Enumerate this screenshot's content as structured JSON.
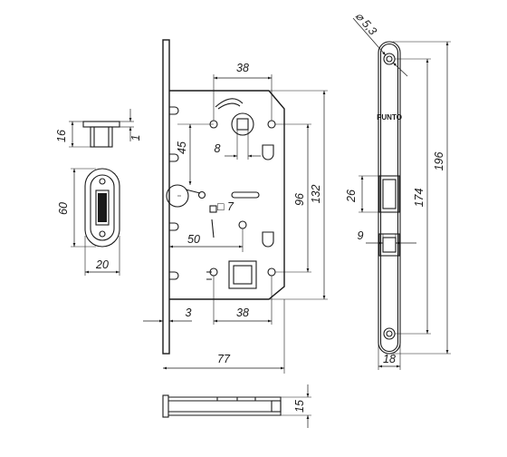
{
  "dimensions": {
    "backset_top": "38",
    "spindle_height": "45",
    "spindle_square": "8",
    "lock_height": "96",
    "case_height": "132",
    "cylinder_square": "□ 7",
    "backset": "50",
    "case_offset": "3",
    "strike_width": "38",
    "case_depth": "77",
    "keeper_depth": "16",
    "keeper_edge": "1",
    "keeper_height": "60",
    "keeper_width": "20",
    "bolt_thickness": "15",
    "hole_diameter": "⌀ 5,3",
    "faceplate_height": "196",
    "faceplate_holes": "174",
    "latch_height": "26",
    "latch_offset": "9",
    "faceplate_width": "18"
  },
  "brand": {
    "logo_text": "PUNTO"
  }
}
